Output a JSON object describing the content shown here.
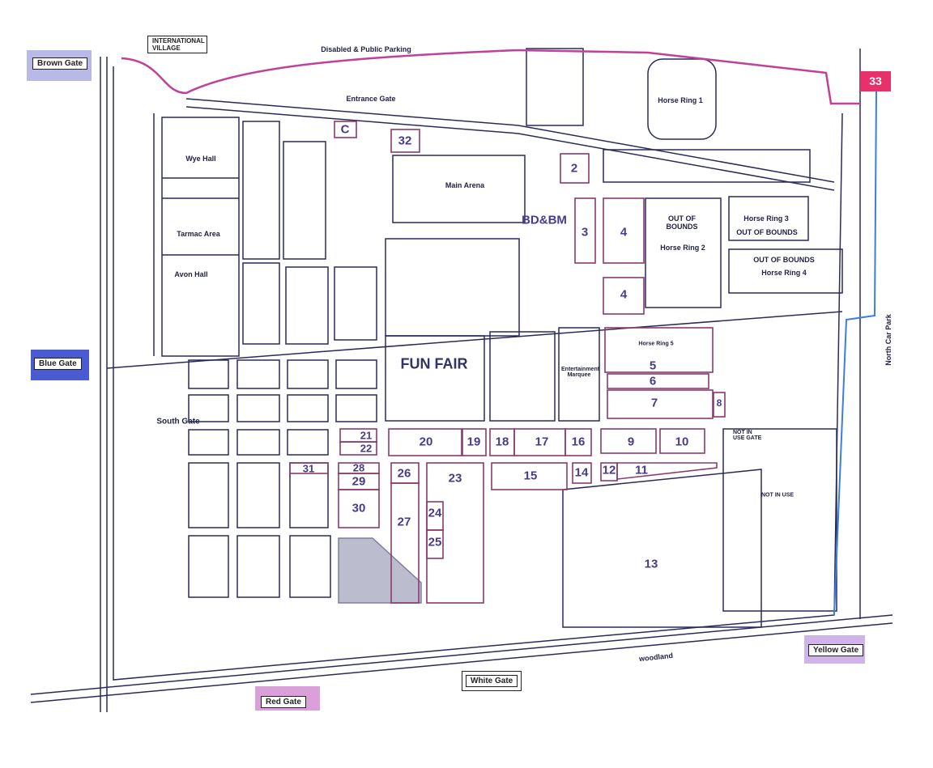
{
  "gates": {
    "brown": "Brown Gate",
    "international_village": "INTERNATIONAL VILLAGE",
    "blue": "Blue Gate",
    "south": "South Gate",
    "red": "Red Gate",
    "white": "White Gate",
    "yellow": "Yellow Gate",
    "entrance": "Entrance Gate",
    "not_in_use_gate": "NOT IN USE GATE",
    "car_park_33": "33"
  },
  "areas": {
    "parking": "Disabled & Public Parking",
    "north_car_park": "North Car Park",
    "woodland": "woodland",
    "not_in_use": "NOT IN USE",
    "wye_hall": "Wye Hall",
    "tarmac_area": "Tarmac Area",
    "avon_hall": "Avon Hall",
    "main_arena": "Main Arena",
    "fun_fair": "FUN FAIR",
    "entertainment_marquee": "Entertainment Marquee",
    "bdbm": "BD&BM",
    "horse_ring_1": "Horse Ring 1",
    "horse_ring_2": "Horse Ring 2",
    "horse_ring_3": "Horse Ring 3",
    "horse_ring_4": "Horse Ring 4",
    "horse_ring_5": "Horse Ring 5",
    "out_of_bounds": "OUT OF BOUNDS",
    "c_marker": "C"
  },
  "plots": [
    "2",
    "3",
    "4",
    "4",
    "5",
    "6",
    "7",
    "8",
    "9",
    "10",
    "11",
    "12",
    "13",
    "14",
    "15",
    "16",
    "17",
    "18",
    "19",
    "20",
    "21",
    "22",
    "23",
    "24",
    "25",
    "26",
    "27",
    "28",
    "29",
    "30",
    "31",
    "32"
  ],
  "colors": {
    "pink_route": "#c0409a",
    "blue_route": "#3a7ee0",
    "line": "#2a2a5a",
    "plot_border": "#8a3a6a"
  }
}
